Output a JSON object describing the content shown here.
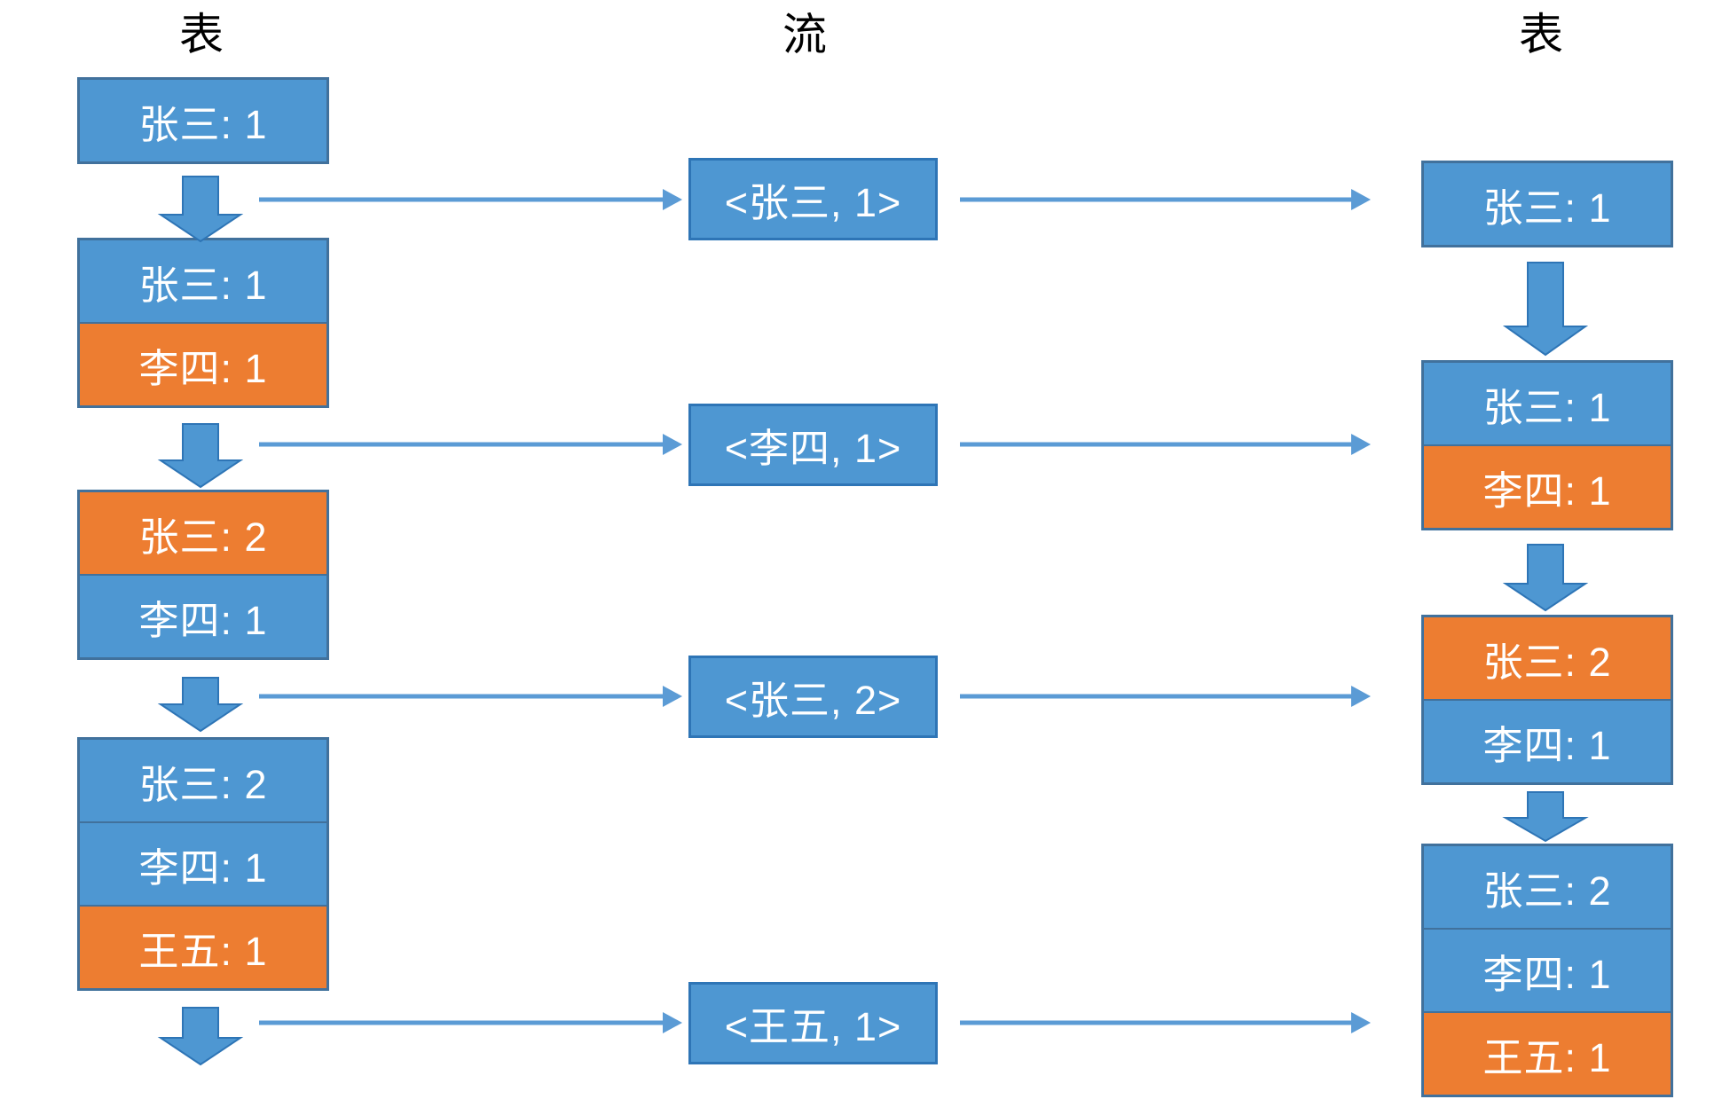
{
  "headers": {
    "left": "表",
    "middle": "流",
    "right": "表"
  },
  "colors": {
    "blue-fill": "#4E97D2",
    "orange-fill": "#ED7D31",
    "box-border": "#41719C",
    "event-border": "#2E75B6",
    "arrow-fill": "#5B9BD5",
    "header-text": "#000000",
    "row-text": "#FFFFFF"
  },
  "left_tables": [
    {
      "rows": [
        {
          "text": "张三: 1",
          "color": "blue"
        }
      ]
    },
    {
      "rows": [
        {
          "text": "张三: 1",
          "color": "blue"
        },
        {
          "text": "李四: 1",
          "color": "orange"
        }
      ]
    },
    {
      "rows": [
        {
          "text": "张三: 2",
          "color": "orange"
        },
        {
          "text": "李四: 1",
          "color": "blue"
        }
      ]
    },
    {
      "rows": [
        {
          "text": "张三: 2",
          "color": "blue"
        },
        {
          "text": "李四: 1",
          "color": "blue"
        },
        {
          "text": "王五: 1",
          "color": "orange"
        }
      ]
    }
  ],
  "stream_events": [
    {
      "text": "<张三, 1>"
    },
    {
      "text": "<李四, 1>"
    },
    {
      "text": "<张三, 2>"
    },
    {
      "text": "<王五, 1>"
    }
  ],
  "right_tables": [
    {
      "rows": [
        {
          "text": "张三: 1",
          "color": "blue"
        }
      ]
    },
    {
      "rows": [
        {
          "text": "张三: 1",
          "color": "blue"
        },
        {
          "text": "李四: 1",
          "color": "orange"
        }
      ]
    },
    {
      "rows": [
        {
          "text": "张三: 2",
          "color": "orange"
        },
        {
          "text": "李四: 1",
          "color": "blue"
        }
      ]
    },
    {
      "rows": [
        {
          "text": "张三: 2",
          "color": "blue"
        },
        {
          "text": "李四: 1",
          "color": "blue"
        },
        {
          "text": "王五: 1",
          "color": "orange"
        }
      ]
    }
  ]
}
